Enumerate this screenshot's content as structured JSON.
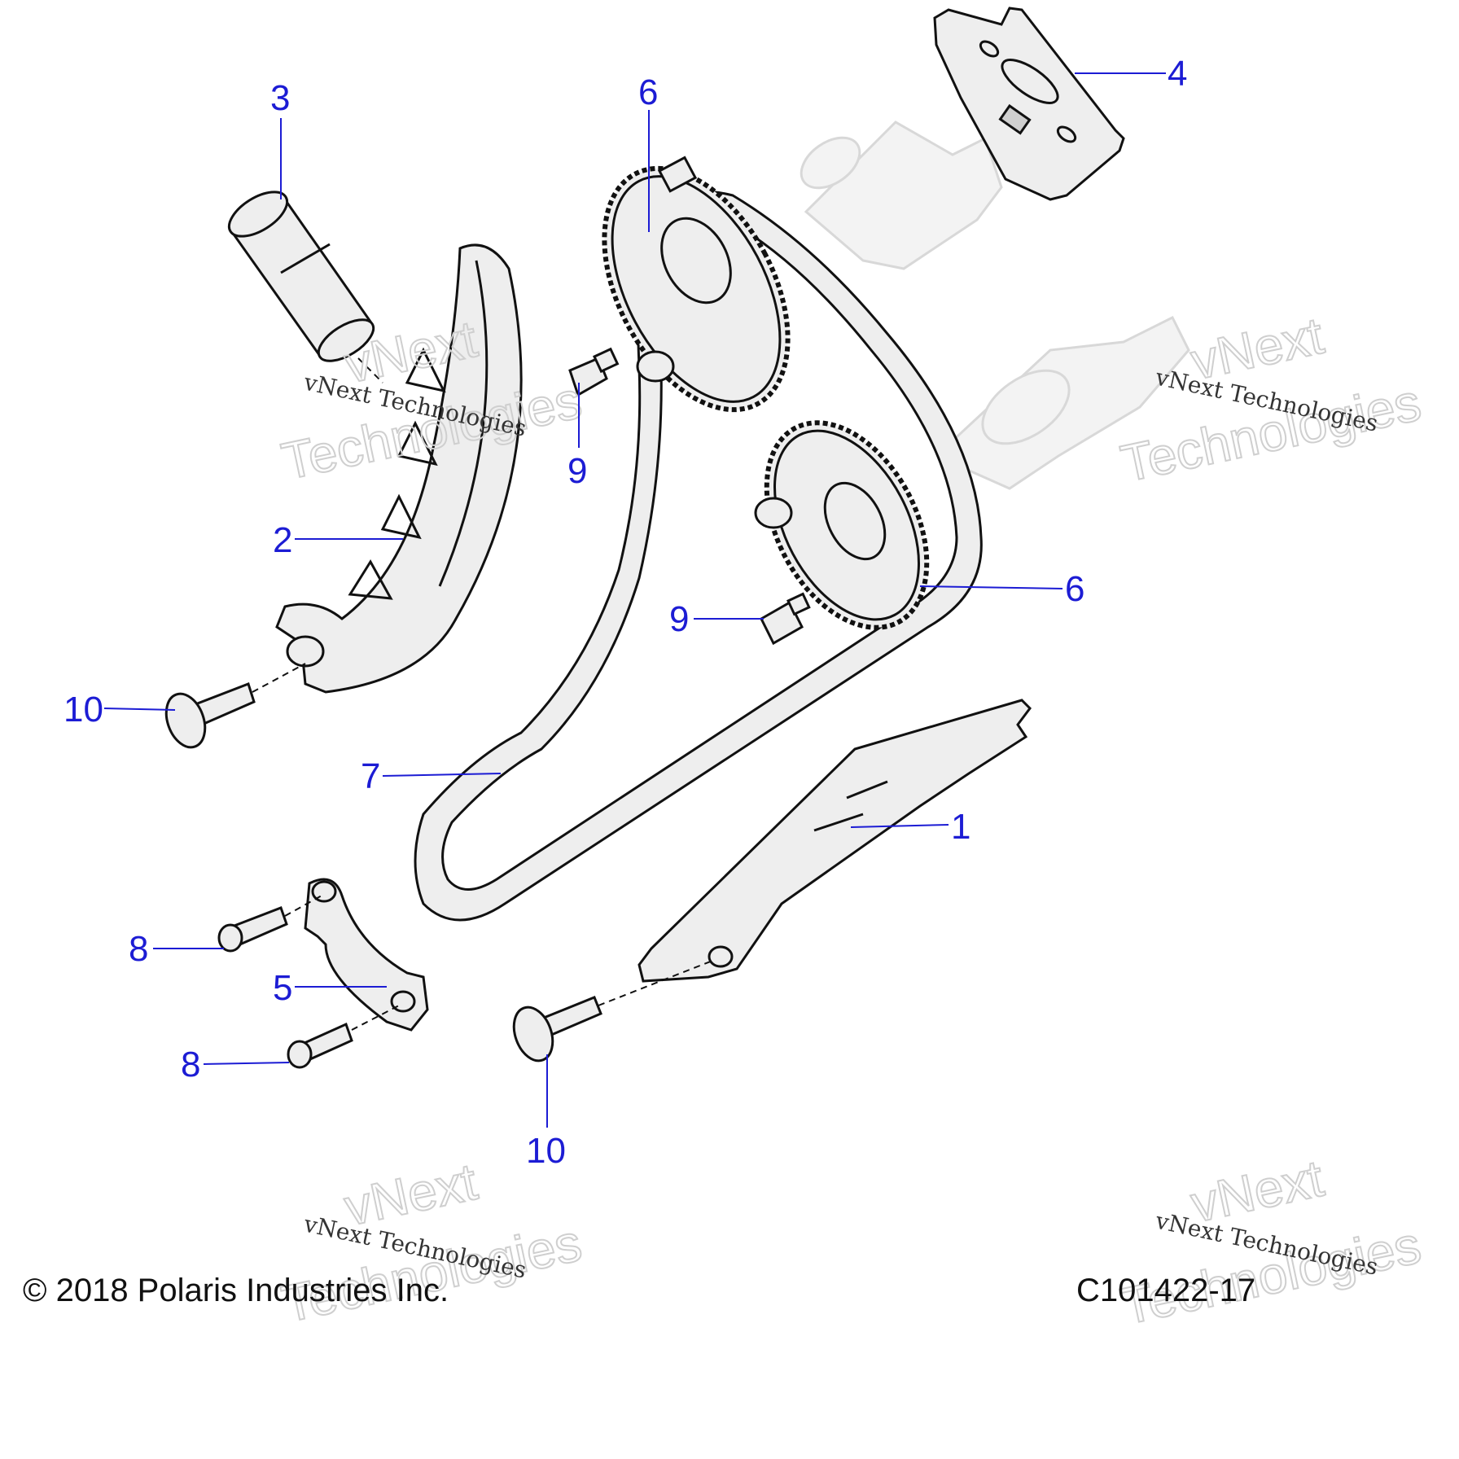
{
  "callouts": [
    {
      "label": "1"
    },
    {
      "label": "2"
    },
    {
      "label": "3"
    },
    {
      "label": "4"
    },
    {
      "label": "5"
    },
    {
      "label": "6"
    },
    {
      "label": "6"
    },
    {
      "label": "7"
    },
    {
      "label": "8"
    },
    {
      "label": "8"
    },
    {
      "label": "9"
    },
    {
      "label": "9"
    },
    {
      "label": "10"
    },
    {
      "label": "10"
    }
  ],
  "watermark": {
    "brand": "vNext",
    "word": "Technologies",
    "full": "vNext Technologies"
  },
  "footer": {
    "copyright": "© 2018 Polaris Industries Inc.",
    "code": "C101422-17"
  },
  "colors": {
    "callout": "#1c1cd4",
    "outline": "#111111",
    "part_fill": "#eeeeee"
  }
}
